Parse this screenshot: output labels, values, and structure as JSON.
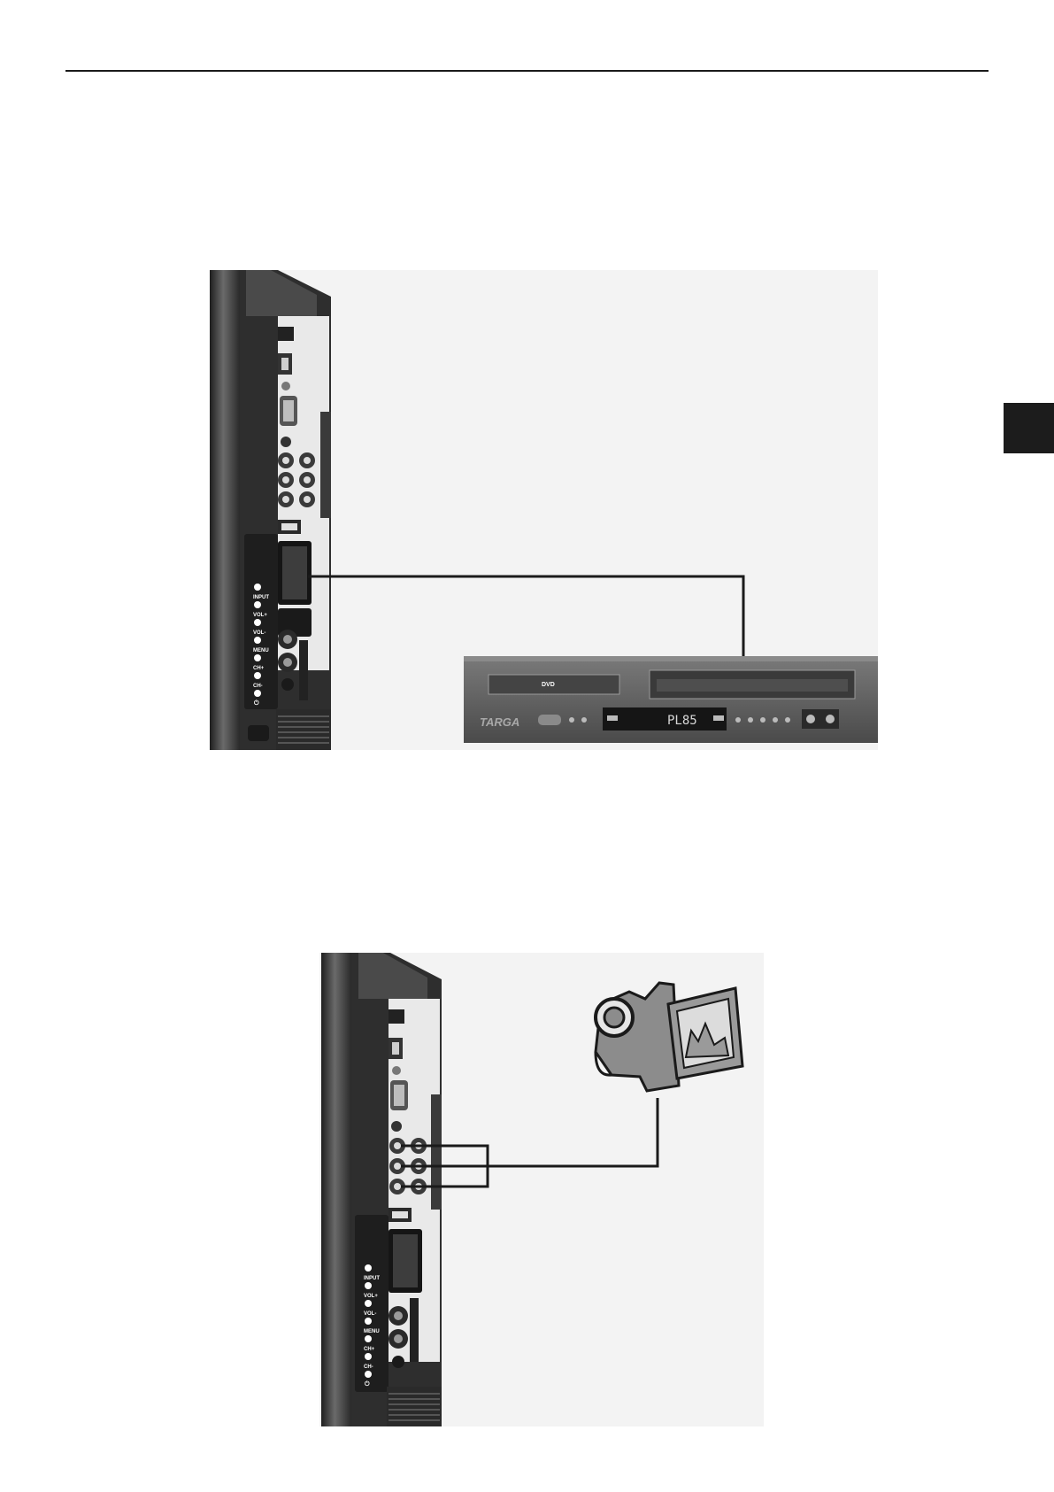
{
  "tv_panel": {
    "buttons": [
      "INPUT",
      "VOL+",
      "VOL-",
      "MENU",
      "CH+",
      "CH-",
      "⏻"
    ]
  },
  "dvd_vcr": {
    "brand": "TARGA",
    "dvd_label": "DVD",
    "display": "PL85",
    "colors": {
      "body": "#5a5a5a",
      "display": "#151515"
    }
  },
  "camcorder": {
    "icon": "camcorder-icon",
    "colors": {
      "body": "#8c8c8c",
      "screen": "#dcdcdc"
    }
  },
  "colors": {
    "rule": "#1a1a1a",
    "tab": "#1c1c1c",
    "cable": "#1a1a1a",
    "tv_bezel": "#3a3a3a"
  }
}
